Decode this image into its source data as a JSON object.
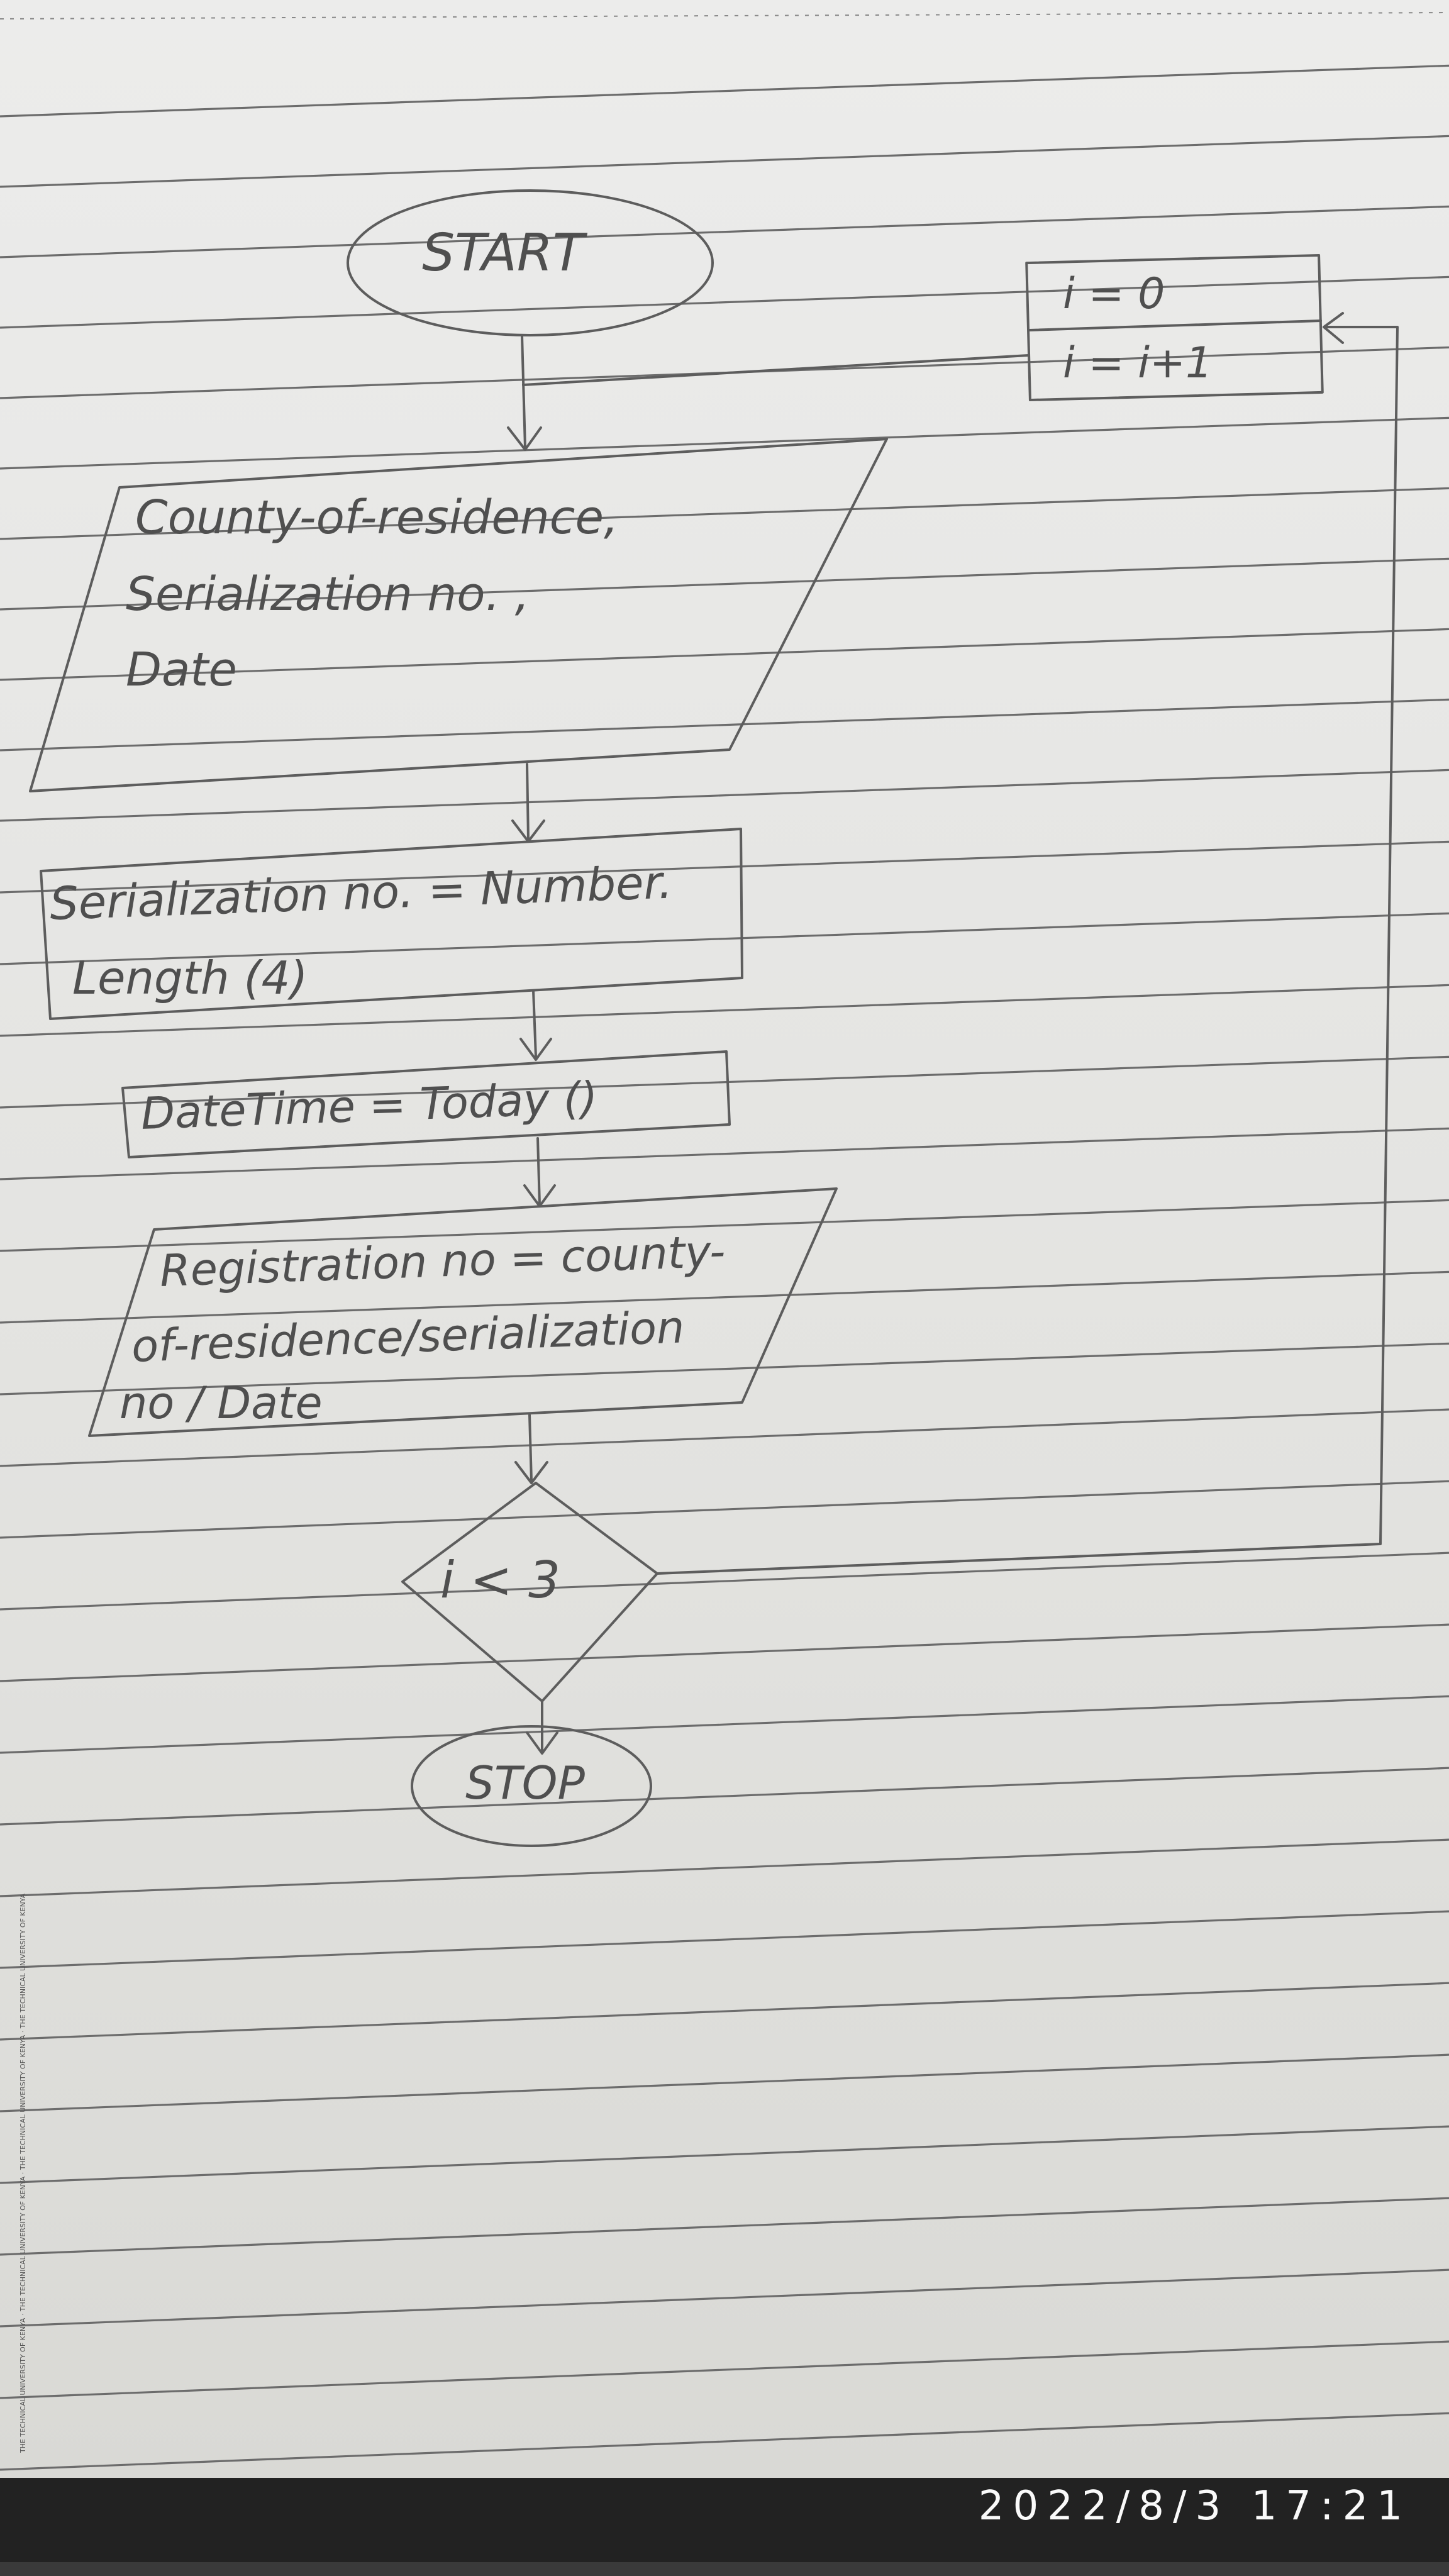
{
  "flowchart": {
    "start": "START",
    "init_line1": "i = 0",
    "init_line2": "i = i+1",
    "input_lines": [
      "County-of-residence,",
      "Serialization no. ,",
      "Date"
    ],
    "process1_lines": [
      "Serialization no. = Number.",
      "Length (4)"
    ],
    "process2": "DateTime = Today ()",
    "output_lines": [
      "Registration no = county-",
      "of-residence/serialization",
      "no / Date"
    ],
    "decision": "i < 3",
    "stop": "STOP"
  },
  "margin_print": "THE TECHNICAL UNIVERSITY OF KENYA · THE TECHNICAL UNIVERSITY OF KENYA · THE TECHNICAL UNIVERSITY OF KENYA · THE TECHNICAL UNIVERSITY OF KENYA",
  "timestamp": "2022/8/3 17:21"
}
